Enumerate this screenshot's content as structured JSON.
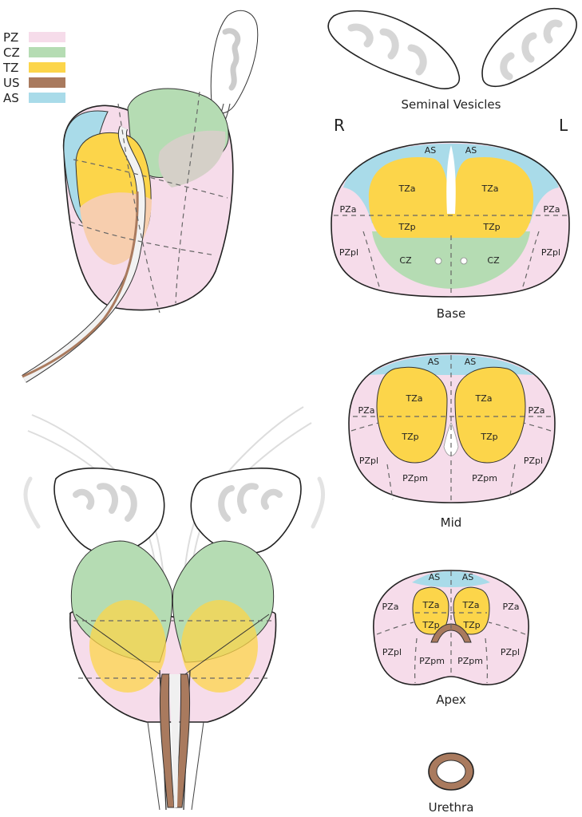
{
  "colors": {
    "PZ": "#f6dcea",
    "CZ": "#b5dcb3",
    "TZ": "#fcd54a",
    "US": "#a97a5e",
    "AS": "#a9dbe9",
    "overlap_tz_pz": "#f7ceae",
    "overlap_cz_pz": "#d5d0c8"
  },
  "legend": [
    {
      "label": "PZ",
      "color_key": "PZ"
    },
    {
      "label": "CZ",
      "color_key": "CZ"
    },
    {
      "label": "TZ",
      "color_key": "TZ"
    },
    {
      "label": "US",
      "color_key": "US"
    },
    {
      "label": "AS",
      "color_key": "AS"
    }
  ],
  "captions": {
    "seminal_vesicles": "Seminal Vesicles",
    "base": "Base",
    "mid": "Mid",
    "apex": "Apex",
    "urethra": "Urethra",
    "right": "R",
    "left": "L"
  },
  "base": {
    "as_left": "AS",
    "as_right": "AS",
    "tza_left": "TZa",
    "tza_right": "TZa",
    "tzp_left": "TZp",
    "tzp_right": "TZp",
    "pza_left": "PZa",
    "pza_right": "PZa",
    "pzpl_left": "PZpl",
    "pzpl_right": "PZpl",
    "cz_left": "CZ",
    "cz_right": "CZ"
  },
  "mid": {
    "as_left": "AS",
    "as_right": "AS",
    "tza_left": "TZa",
    "tza_right": "TZa",
    "tzp_left": "TZp",
    "tzp_right": "TZp",
    "pza_left": "PZa",
    "pza_right": "PZa",
    "pzpl_left": "PZpl",
    "pzpl_right": "PZpl",
    "pzpm_left": "PZpm",
    "pzpm_right": "PZpm"
  },
  "apex": {
    "as_left": "AS",
    "as_right": "AS",
    "tza_left": "TZa",
    "tza_right": "TZa",
    "tzp_left": "TZp",
    "tzp_right": "TZp",
    "pza_left": "PZa",
    "pza_right": "PZa",
    "pzpl_left": "PZpl",
    "pzpl_right": "PZpl",
    "pzpm_left": "PZpm",
    "pzpm_right": "PZpm"
  }
}
